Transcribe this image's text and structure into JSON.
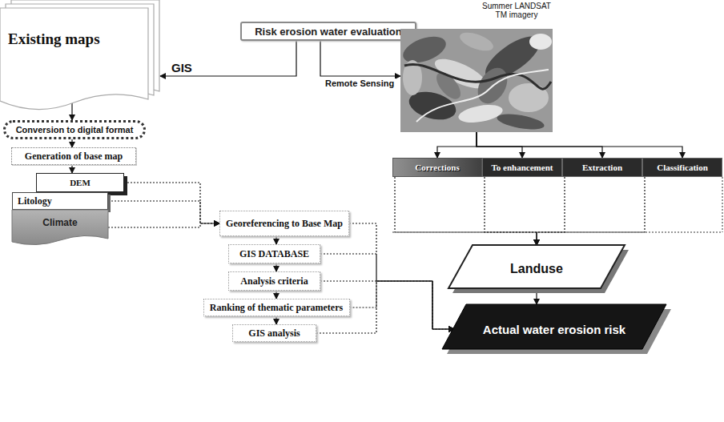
{
  "diagram": {
    "nodes": [
      {
        "text": [
          "Risk erosion water evaluation"
        ]
      },
      {
        "text": [
          "Existing maps"
        ]
      },
      {
        "text": [
          "Summer LANDSAT TM imagery"
        ]
      },
      {
        "text": [
          "Conversion to digital format"
        ]
      },
      {
        "text": [
          "Generation of base map"
        ]
      },
      {
        "text": [
          "DEM"
        ]
      },
      {
        "text": [
          "Litology"
        ]
      },
      {
        "text": [
          "Climate"
        ]
      },
      {
        "text": [
          "Georeferencing to Base Map"
        ]
      },
      {
        "text": [
          "GIS DATABASE"
        ]
      },
      {
        "text": [
          "Analysis criteria"
        ]
      },
      {
        "text": [
          "Ranking of thematic parameters"
        ]
      },
      {
        "text": [
          "GIS analysis"
        ]
      },
      {
        "text": [
          "Corrections"
        ]
      },
      {
        "text": [
          "To enhancement"
        ]
      },
      {
        "text": [
          "Extraction"
        ]
      },
      {
        "text": [
          "Classification"
        ]
      },
      {
        "text": [
          "Landuse"
        ]
      },
      {
        "text": [
          "Actual water erosion risk"
        ]
      }
    ],
    "edges": [
      {
        "from": 0,
        "to": 1,
        "arrow": "to",
        "label": "GIS"
      },
      {
        "from": 0,
        "to": 2,
        "arrow": "to",
        "label": "Remote Sensing"
      },
      {
        "from": 1,
        "to": 3,
        "arrow": "to"
      },
      {
        "from": 3,
        "to": 4,
        "arrow": "to"
      },
      {
        "from": 4,
        "to": 5,
        "arrow": "to"
      },
      {
        "from": 5,
        "to": 8,
        "arrow": "to"
      },
      {
        "from": 6,
        "to": 8,
        "arrow": "to"
      },
      {
        "from": 7,
        "to": 8,
        "arrow": "to"
      },
      {
        "from": 8,
        "to": 9,
        "arrow": "to"
      },
      {
        "from": 9,
        "to": 10,
        "arrow": "to"
      },
      {
        "from": 10,
        "to": 11,
        "arrow": "to"
      },
      {
        "from": 11,
        "to": 12,
        "arrow": "to"
      },
      {
        "from": 10,
        "to": 18,
        "arrow": "to"
      },
      {
        "from": 8,
        "to": 18,
        "arrow": "to"
      },
      {
        "from": 9,
        "to": 18,
        "arrow": "to"
      },
      {
        "from": 11,
        "to": 18,
        "arrow": "to"
      },
      {
        "from": 12,
        "to": 18,
        "arrow": "to"
      },
      {
        "from": 2,
        "to": 13,
        "arrow": "to"
      },
      {
        "from": 2,
        "to": 14,
        "arrow": "to"
      },
      {
        "from": 2,
        "to": 15,
        "arrow": "to"
      },
      {
        "from": 2,
        "to": 16,
        "arrow": "to"
      },
      {
        "from": 13,
        "to": 17,
        "arrow": "to"
      },
      {
        "from": 14,
        "to": 17,
        "arrow": "to"
      },
      {
        "from": 15,
        "to": 17,
        "arrow": "to"
      },
      {
        "from": 16,
        "to": 17,
        "arrow": "to"
      },
      {
        "from": 17,
        "to": 18,
        "arrow": "to"
      }
    ]
  }
}
